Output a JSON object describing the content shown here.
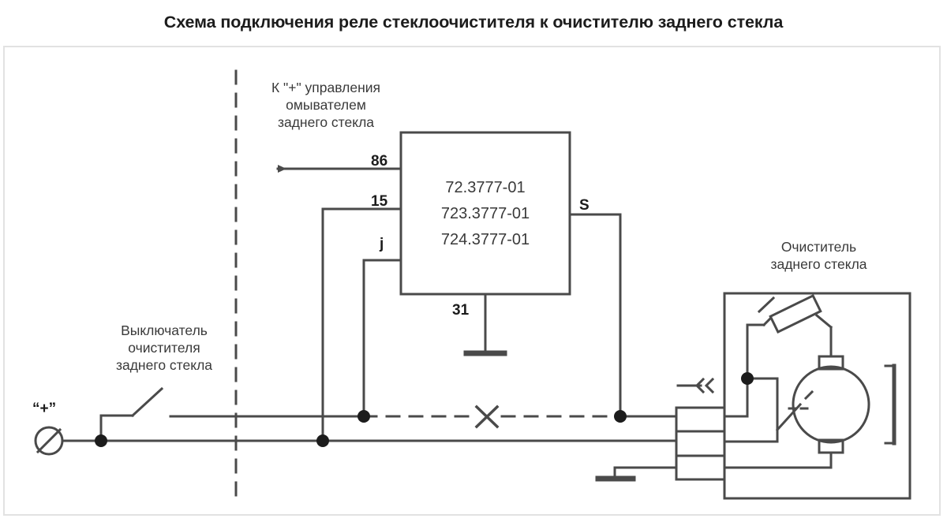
{
  "title": "Схема подключения реле стеклоочистителя к очистителю заднего стекла",
  "diagram": {
    "type": "automotive-wiring-schematic",
    "relay": {
      "part_numbers_text": "72.3777-01\n723.3777-01\n724.3777-01",
      "part_numbers": [
        "72.3777-01",
        "723.3777-01",
        "724.3777-01"
      ],
      "terminals": {
        "t86": "86",
        "t15": "15",
        "tj": "j",
        "tS": "S",
        "t31": "31"
      }
    },
    "labels": {
      "washer_note": "К \"+\" управления\nомывателем\nзаднего стекла",
      "switch_label": "Выключатель\nочистителя\nзаднего стекла",
      "wiper_label": "Очиститель\nзаднего стекла",
      "plus_terminal": "“+”"
    },
    "colors": {
      "line": "#4a4a4a",
      "text": "#3a3a3a",
      "bold_text": "#1c1c1c",
      "frame": "#e2e2e2",
      "background": "#ffffff"
    }
  }
}
